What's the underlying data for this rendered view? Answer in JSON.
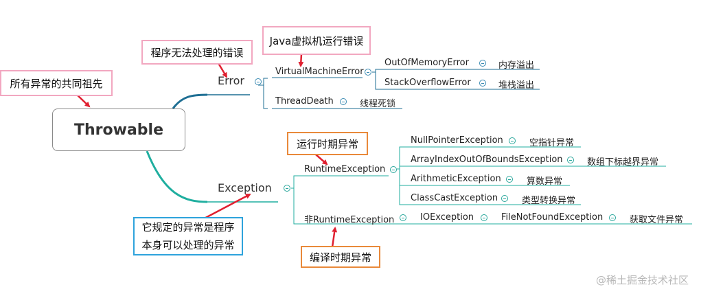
{
  "root": "Throwable",
  "annotations": {
    "root_note": "所有异常的共同祖先",
    "error_note": "程序无法处理的错误",
    "vm_note": "Java虚拟机运行错误",
    "runtime_note": "运行时期异常",
    "exception_note_line1": "它规定的异常是程序",
    "exception_note_line2": "本身可以处理的异常",
    "compile_note": "编译时期异常"
  },
  "error": {
    "label": "Error",
    "vm_error": {
      "label": "VirtualMachineError",
      "children": [
        {
          "name": "OutOfMemoryError",
          "desc": "内存溢出"
        },
        {
          "name": "StackOverflowError",
          "desc": "堆栈溢出"
        }
      ]
    },
    "thread_death": {
      "name": "ThreadDeath",
      "desc": "线程死锁"
    }
  },
  "exception": {
    "label": "Exception",
    "runtime": {
      "label": "RuntimeException",
      "children": [
        {
          "name": "NullPointerException",
          "desc": "空指针异常"
        },
        {
          "name": "ArrayIndexOutOfBoundsException",
          "desc": "数组下标越界异常"
        },
        {
          "name": "ArithmeticException",
          "desc": "算数异常"
        },
        {
          "name": "ClassCastException",
          "desc": "类型转换异常"
        }
      ]
    },
    "non_runtime": {
      "label": "非RuntimeException",
      "io": "IOException",
      "fnf": "FileNotFoundException",
      "desc": "获取文件异常"
    }
  },
  "watermark": "@稀土掘金技术社区",
  "colors": {
    "error_line": "#1d6e93",
    "exception_line": "#1fae9f",
    "arrow": "#e02030"
  }
}
